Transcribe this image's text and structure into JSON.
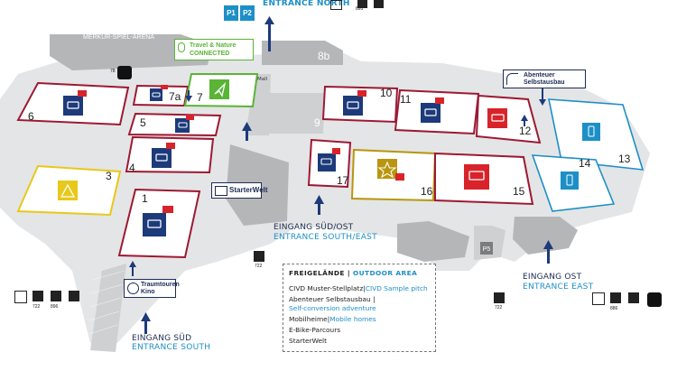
{
  "halls": [
    {
      "id": "1",
      "label": "1"
    },
    {
      "id": "3",
      "label": "3"
    },
    {
      "id": "4",
      "label": "4"
    },
    {
      "id": "5",
      "label": "5"
    },
    {
      "id": "6",
      "label": "6"
    },
    {
      "id": "7",
      "label": "7"
    },
    {
      "id": "7a",
      "label": "7a"
    },
    {
      "id": "8b",
      "label": "8b"
    },
    {
      "id": "9",
      "label": "9"
    },
    {
      "id": "10",
      "label": "10"
    },
    {
      "id": "11",
      "label": "11"
    },
    {
      "id": "12",
      "label": "12"
    },
    {
      "id": "13",
      "label": "13"
    },
    {
      "id": "14",
      "label": "14"
    },
    {
      "id": "15",
      "label": "15"
    },
    {
      "id": "16",
      "label": "16"
    },
    {
      "id": "17",
      "label": "17"
    }
  ],
  "arena": "MERKUR-SPIEL-ARENA",
  "mall": "Mall",
  "entrances": {
    "north": {
      "de": "",
      "en": "ENTRANCE NORTH"
    },
    "south": {
      "de": "EINGANG SÜD",
      "en": "ENTRANCE SOUTH"
    },
    "south_east": {
      "de": "EINGANG SÜD/OST",
      "en": "ENTRANCE SOUTH/EAST"
    },
    "east": {
      "de": "EINGANG OST",
      "en": "ENTRANCE EAST"
    }
  },
  "callouts": {
    "travel_nature": {
      "line1": "Travel & Nature",
      "line2": "CONNECTED"
    },
    "starterwelt": "StarterWelt",
    "abenteuer": {
      "line1": "Abenteuer",
      "line2": "Selbstausbau"
    },
    "traumtouren": {
      "line1": "Traumtouren",
      "line2": "Kino"
    }
  },
  "parking": {
    "p1": "P1",
    "p2": "P2",
    "p5": "P5"
  },
  "service_numbers": {
    "north": "895",
    "sw_722": "722",
    "sw_896": "896",
    "south_722": "722",
    "east_722": "722",
    "east_896": "886",
    "u_badge": "78"
  },
  "legend": {
    "title_de": "FREIGELÄNDE",
    "title_en": "OUTDOOR AREA",
    "item1_de": "CIVD Muster-Stellplatz",
    "item1_en": "CIVD Sample pitch",
    "item2_de": "Abenteuer Selbstausbau",
    "item2_en": "Self-conversion adventure",
    "item3_de": "Mobilheime",
    "item3_en": "Mobile homes",
    "item4": "E-Bike-Parcours",
    "item5": "StarterWelt"
  },
  "colors": {
    "hall_border_red": "#9c1a33",
    "hall_border_yellow": "#e8c81a",
    "hall_border_cyan": "#1d8fc7",
    "hall_border_green": "#5ab436",
    "icon_navy": "#1d3a7a",
    "icon_red": "#d8232a",
    "icon_gold": "#b8960f",
    "ground_gray": "#d9dadb",
    "building_gray": "#b5b6b8",
    "entrance_en": "#1d8fc7",
    "entrance_de": "#1d2c52"
  }
}
